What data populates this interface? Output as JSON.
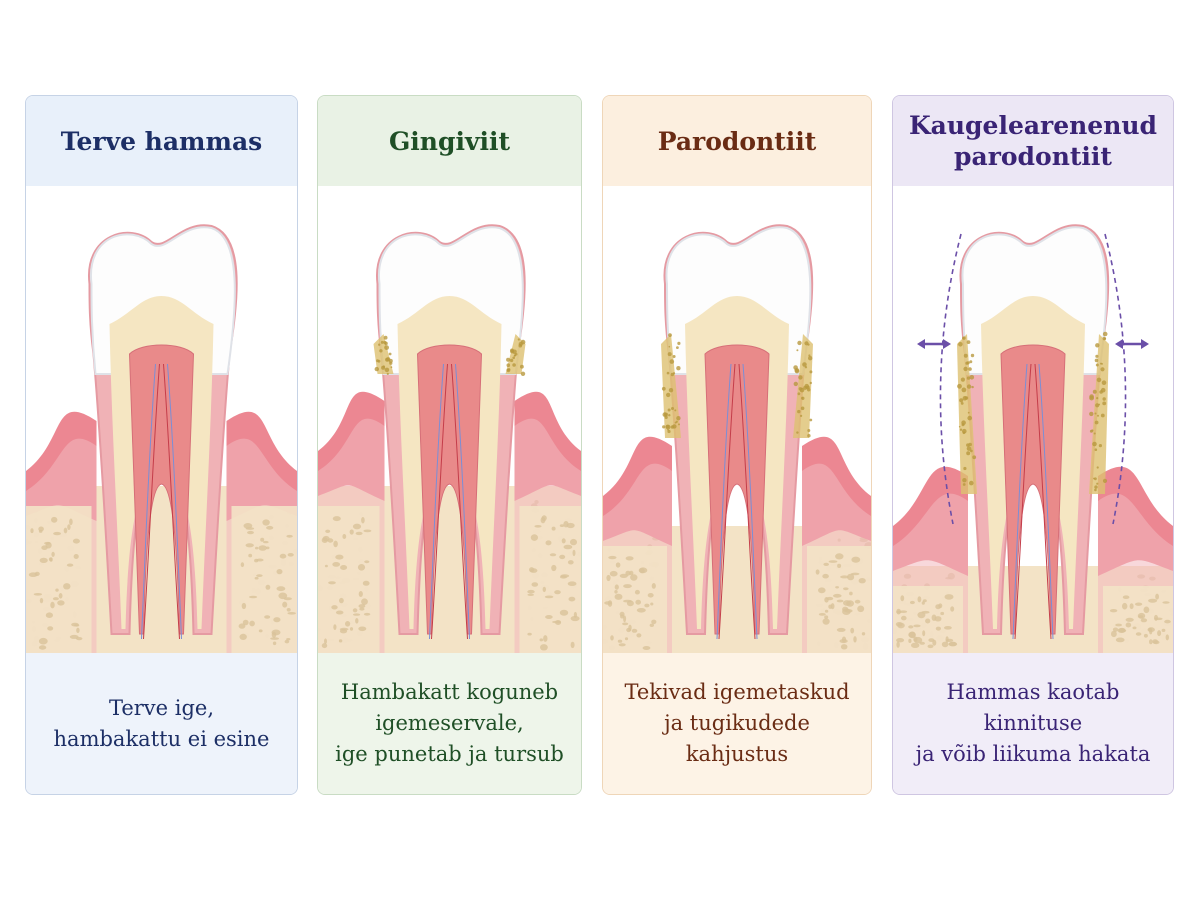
{
  "colors": {
    "enamel": "#fdfdfd",
    "dentin": "#f5e6c2",
    "pulp": "#e98a8a",
    "gum": "#ec8792",
    "bone": "#f3e3c6",
    "plaque": "#ddc170",
    "arrow": "#6b4fa8"
  },
  "stages": [
    {
      "title_lines": [
        "Terve hammas"
      ],
      "desc_lines": [
        "Terve ige,",
        "hambakattu ei esine"
      ]
    },
    {
      "title_lines": [
        "Gingiviit"
      ],
      "desc_lines": [
        "Hambakatt koguneb",
        "igemeservale,",
        "ige punetab ja tursub"
      ]
    },
    {
      "title_lines": [
        "Parodontiit"
      ],
      "desc_lines": [
        "Tekivad igemetaskud",
        "ja tugikudede",
        "kahjustus"
      ]
    },
    {
      "title_lines": [
        "Kaugelearenenud",
        "parodontiit"
      ],
      "desc_lines": [
        "Hammas kaotab kinnituse",
        "ja võib liikuma hakata"
      ]
    }
  ]
}
